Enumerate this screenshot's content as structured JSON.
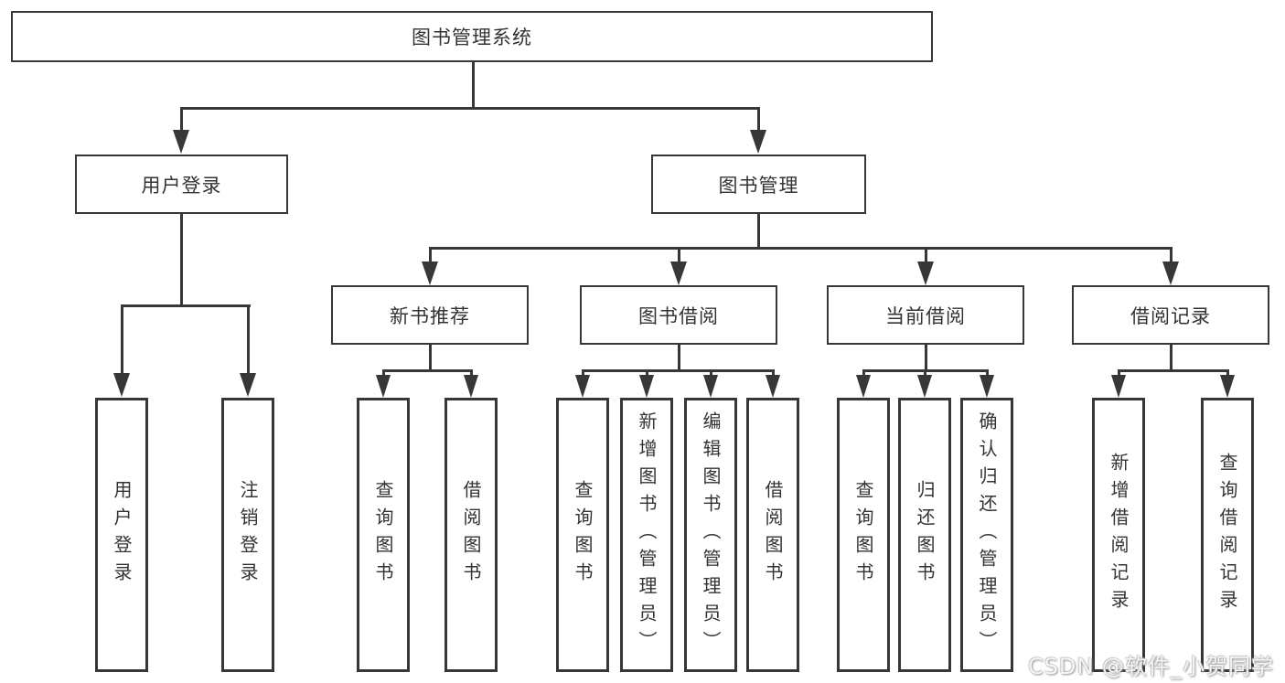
{
  "diagram_title": "图书管理系统",
  "tree": {
    "root": "图书管理系统",
    "level2": [
      {
        "label": "用户登录"
      },
      {
        "label": "图书管理"
      }
    ],
    "level3": [
      {
        "label": "新书推荐"
      },
      {
        "label": "图书借阅"
      },
      {
        "label": "当前借阅"
      },
      {
        "label": "借阅记录"
      }
    ],
    "login_children": [
      {
        "label": "用户登录"
      },
      {
        "label": "注销登录"
      }
    ],
    "newbook_children": [
      {
        "label": "查询图书"
      },
      {
        "label": "借阅图书"
      }
    ],
    "borrow_children": [
      {
        "label": "查询图书"
      },
      {
        "label": "新增图书（管理员）"
      },
      {
        "label": "编辑图书（管理员）"
      },
      {
        "label": "借阅图书"
      }
    ],
    "current_children": [
      {
        "label": "查询图书"
      },
      {
        "label": "归还图书"
      },
      {
        "label": "确认归还（管理员）"
      }
    ],
    "records_children": [
      {
        "label": "新增借阅记录"
      },
      {
        "label": "查询借阅记录"
      }
    ]
  },
  "watermark": "CSDN @软件_小贺同学",
  "colors": {
    "line": "#373737",
    "box_border": "#373737",
    "box_fill": "#ffffff",
    "text": "#333333",
    "background": "#ffffff",
    "watermark_text": "#f5f5f5"
  }
}
